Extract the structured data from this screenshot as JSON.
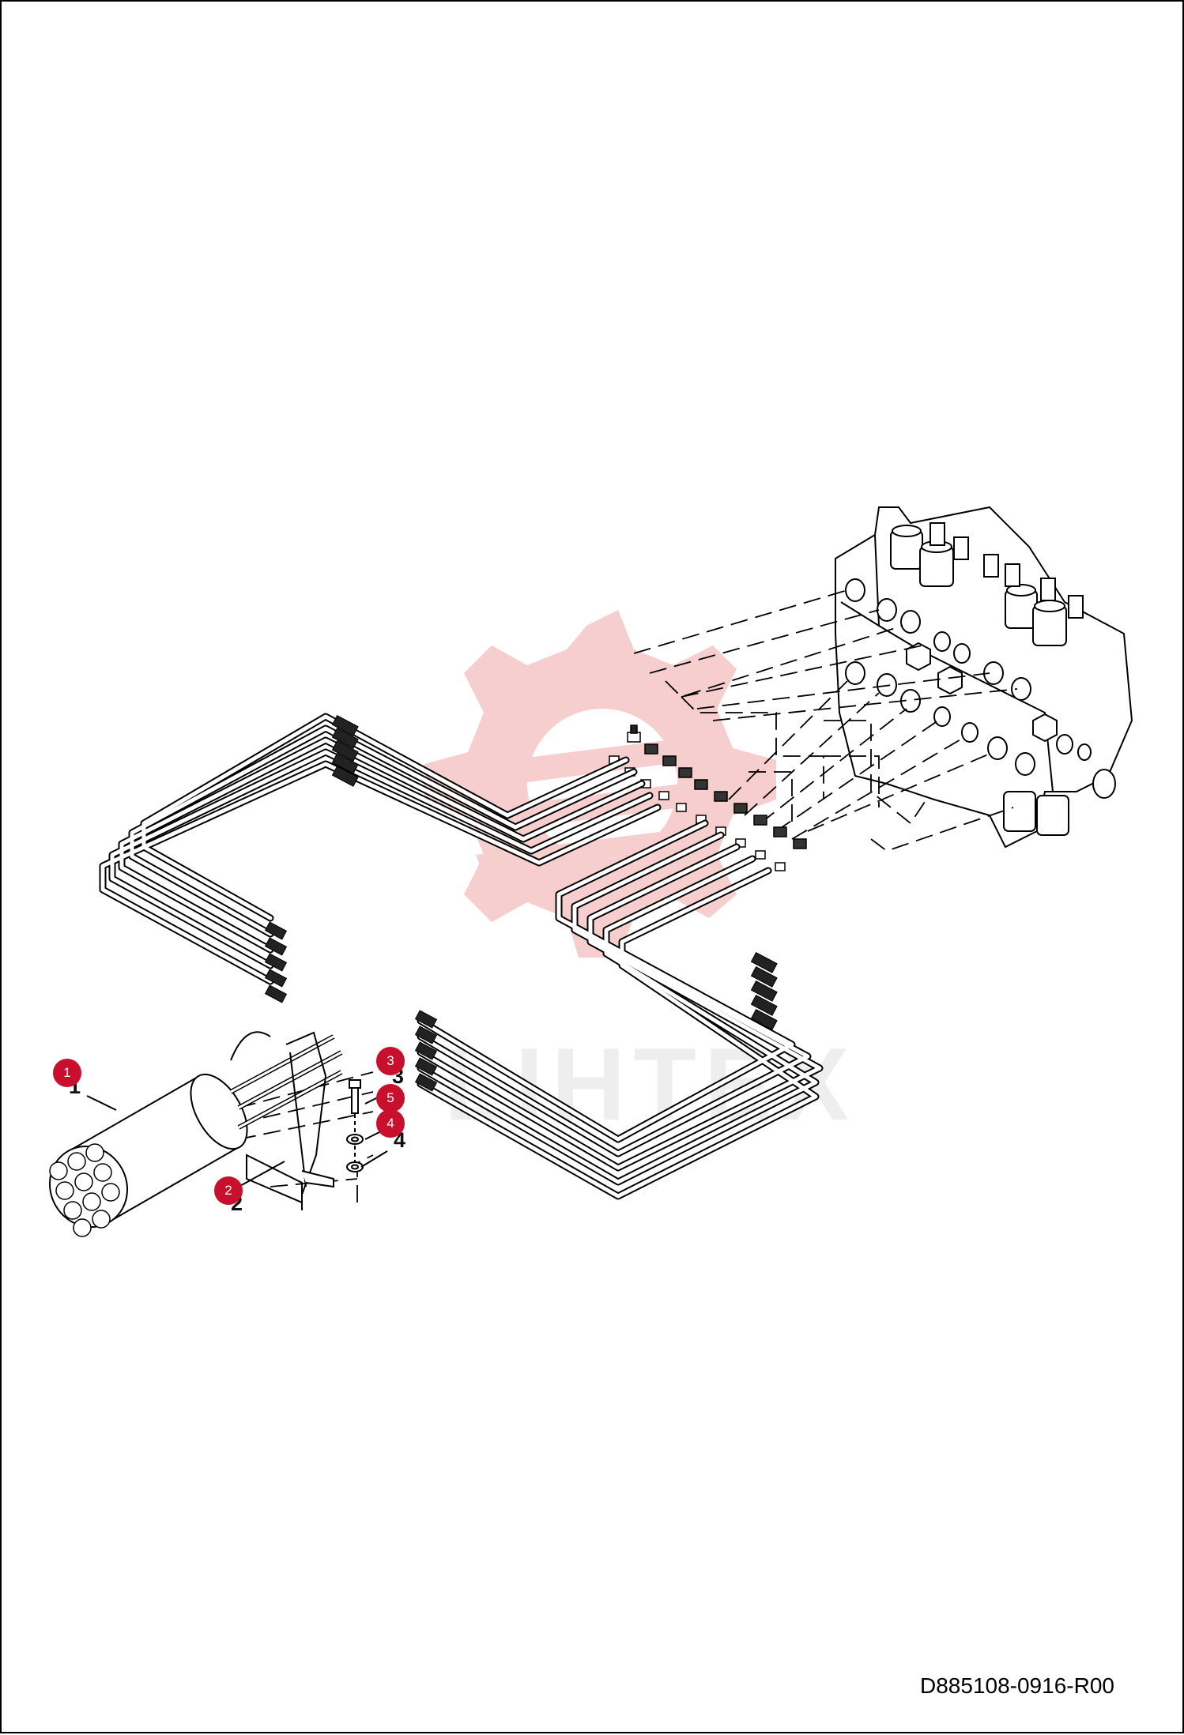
{
  "diagram": {
    "drawing_code": "D885108-0916-R00",
    "watermark_text": "LIHTEX",
    "callouts": [
      {
        "number": "1"
      },
      {
        "number": "2"
      },
      {
        "number": "3"
      },
      {
        "number": "5"
      },
      {
        "number": "4"
      }
    ],
    "part_labels": [
      {
        "number": "1"
      },
      {
        "number": "2"
      },
      {
        "number": "3"
      },
      {
        "number": "4"
      }
    ],
    "colors": {
      "callout": "#c8102e",
      "watermark": "#f6c9c9",
      "line": "#000000"
    },
    "icons": [
      "gear-watermark-icon",
      "control-valve-icon",
      "pipe-bundle-icon",
      "pipe-clamp-icon"
    ]
  }
}
